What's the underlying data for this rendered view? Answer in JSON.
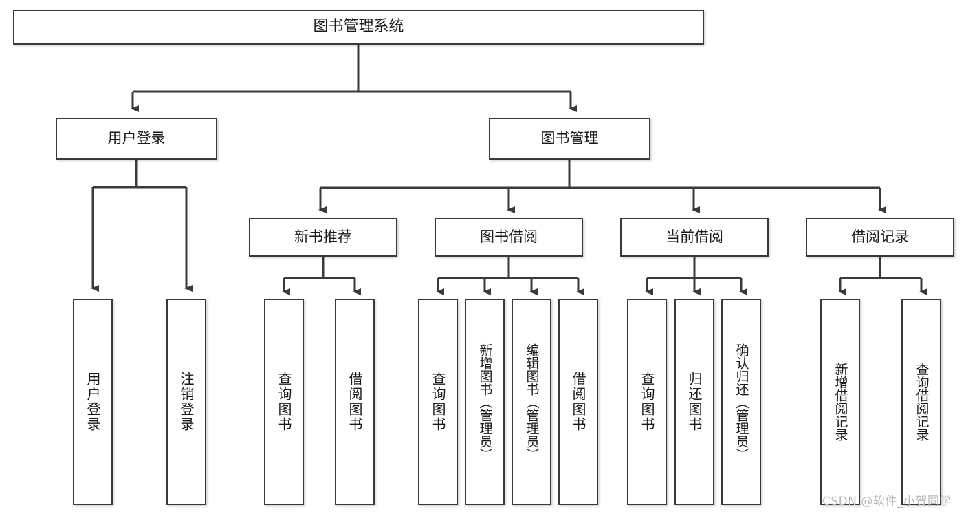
{
  "diagram": {
    "type": "tree-hierarchy",
    "root": {
      "id": "root",
      "label": "图书管理系统"
    },
    "level2": [
      {
        "id": "user-login",
        "label": "用户登录"
      },
      {
        "id": "book-manage",
        "label": "图书管理"
      }
    ],
    "level3": [
      {
        "id": "new-book-recommend",
        "label": "新书推荐",
        "parent": "book-manage"
      },
      {
        "id": "book-borrow",
        "label": "图书借阅",
        "parent": "book-manage"
      },
      {
        "id": "current-borrow",
        "label": "当前借阅",
        "parent": "book-manage"
      },
      {
        "id": "borrow-record",
        "label": "借阅记录",
        "parent": "book-manage"
      }
    ],
    "leaves": {
      "user_login": [
        {
          "id": "leaf-user-login",
          "label": "用户登录"
        },
        {
          "id": "leaf-user-logout",
          "label": "注销登录"
        }
      ],
      "new_book_recommend": [
        {
          "id": "leaf-query-book-1",
          "label": "查询图书"
        },
        {
          "id": "leaf-borrow-book-1",
          "label": "借阅图书"
        }
      ],
      "book_borrow": [
        {
          "id": "leaf-query-book-2",
          "label": "查询图书"
        },
        {
          "id": "leaf-add-book",
          "label": "新增图书（管理员）"
        },
        {
          "id": "leaf-edit-book",
          "label": "编辑图书（管理员）"
        },
        {
          "id": "leaf-borrow-book-2",
          "label": "借阅图书"
        }
      ],
      "current_borrow": [
        {
          "id": "leaf-query-book-3",
          "label": "查询图书"
        },
        {
          "id": "leaf-return-book",
          "label": "归还图书"
        },
        {
          "id": "leaf-confirm-return",
          "label": "确认归还（管理员）"
        }
      ],
      "borrow_record": [
        {
          "id": "leaf-add-record",
          "label": "新增借阅记录"
        },
        {
          "id": "leaf-query-record",
          "label": "查询借阅记录"
        }
      ]
    }
  },
  "watermark": {
    "text": "CSDN @软件_小贺同学"
  },
  "colors": {
    "box_border": "#3a3a3a",
    "box_fill": "#ffffff",
    "connector": "#3a3a3a",
    "text": "#1a1a1a",
    "watermark": "#b9b9b9",
    "background": "#ffffff"
  }
}
